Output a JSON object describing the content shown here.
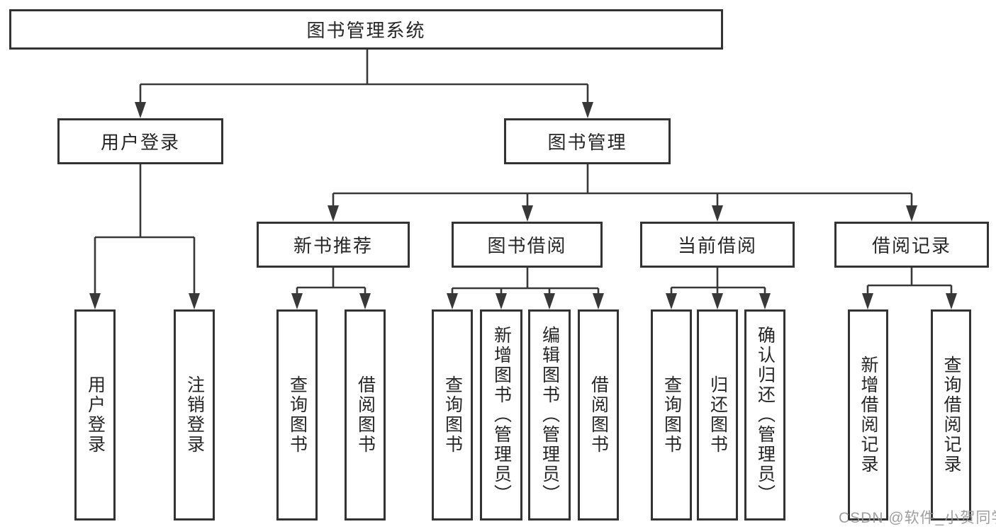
{
  "tree": {
    "label": "图书管理系统",
    "children": [
      {
        "label": "用户登录",
        "children": [
          {
            "label": "用户登录"
          },
          {
            "label": "注销登录"
          }
        ]
      },
      {
        "label": "图书管理",
        "children": [
          {
            "label": "新书推荐",
            "children": [
              {
                "label": "查询图书"
              },
              {
                "label": "借阅图书"
              }
            ]
          },
          {
            "label": "图书借阅",
            "children": [
              {
                "label": "查询图书"
              },
              {
                "label": "新增图书（管理员）"
              },
              {
                "label": "编辑图书（管理员）"
              },
              {
                "label": "借阅图书"
              }
            ]
          },
          {
            "label": "当前借阅",
            "children": [
              {
                "label": "查询图书"
              },
              {
                "label": "归还图书"
              },
              {
                "label": "确认归还（管理员）"
              }
            ]
          },
          {
            "label": "借阅记录",
            "children": [
              {
                "label": "新增借阅记录"
              },
              {
                "label": "查询借阅记录"
              }
            ]
          }
        ]
      }
    ]
  },
  "watermark": {
    "text": "CSDN @软件_小贺同学"
  },
  "colors": {
    "line": "#383838",
    "box_border": "#333333",
    "text": "#262626",
    "watermark": "#969696",
    "background": "#ffffff"
  }
}
